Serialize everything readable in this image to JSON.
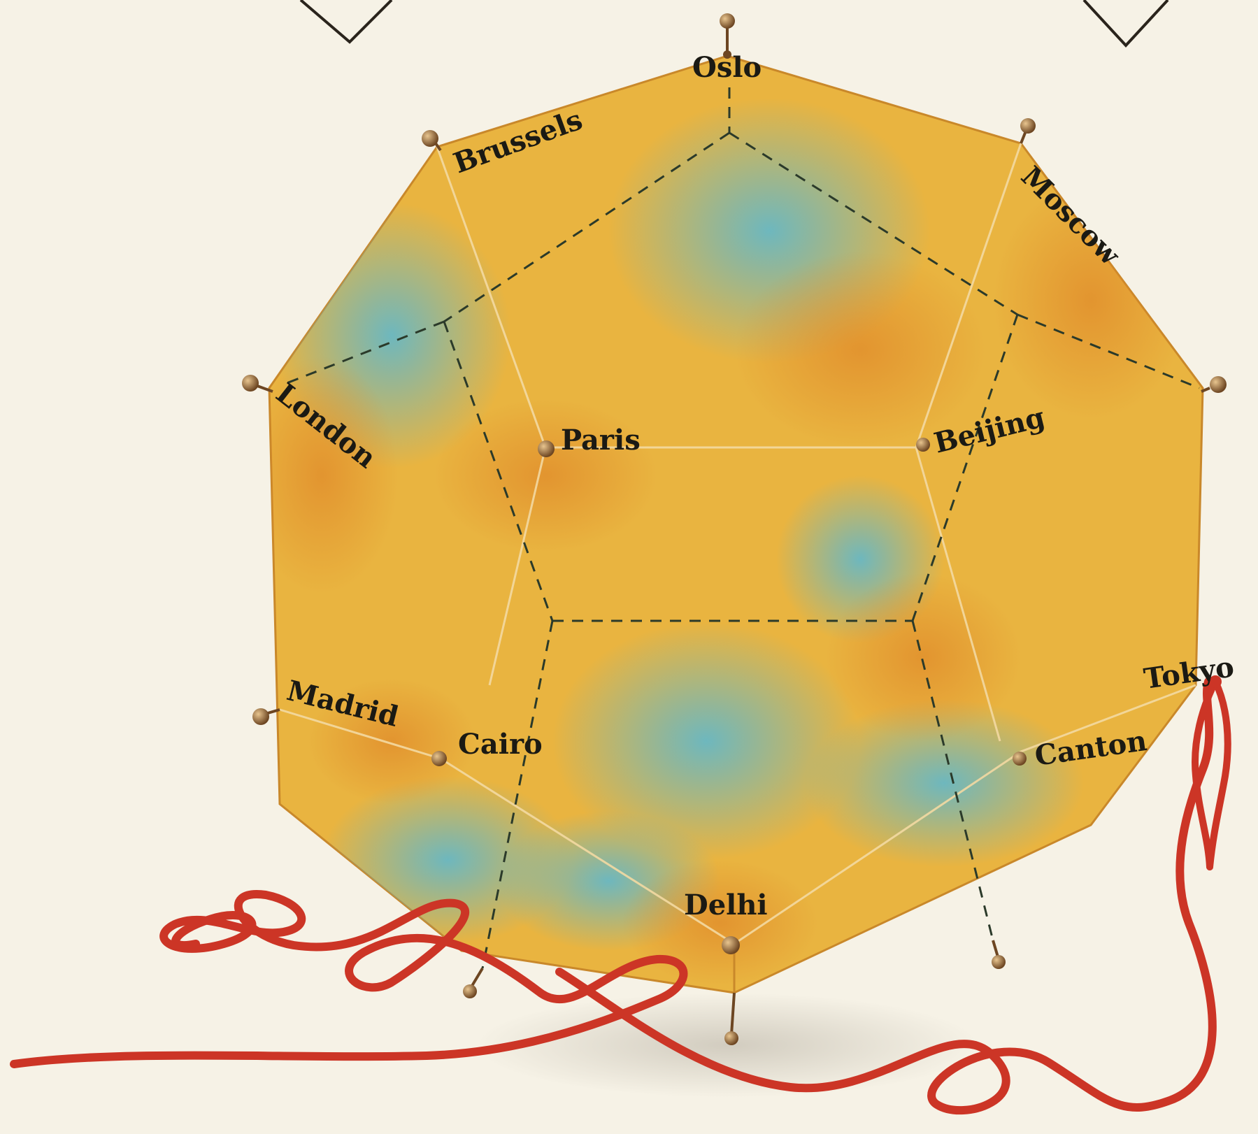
{
  "illustration": {
    "colors": {
      "background": "#f6f2e6",
      "face_orange": "#e0a136",
      "face_yellow": "#f1cf4e",
      "face_blue": "#58b8d4",
      "edge": "#cf8d2a",
      "hidden_edge": "#2b3a2a",
      "thread": "#cc3526",
      "pin": "#9b6a33"
    },
    "cities": {
      "oslo": "Oslo",
      "brussels": "Brussels",
      "moscow": "Moscow",
      "london": "London",
      "paris": "Paris",
      "beijing": "Beijing",
      "madrid": "Madrid",
      "cairo": "Cairo",
      "canton": "Canton",
      "tokyo": "Tokyo",
      "delhi": "Delhi"
    }
  }
}
